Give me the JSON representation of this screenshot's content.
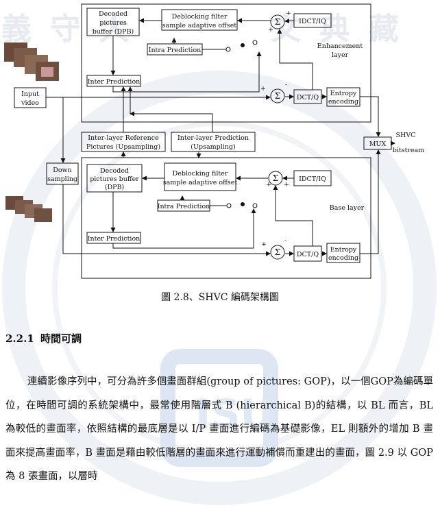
{
  "watermark": {
    "top_left": "義 守 大",
    "top_right": "文 典 藏",
    "description_glyph": "seal-watermark"
  },
  "diagram": {
    "enhancement": {
      "dpb": [
        "Decoded",
        "pictures",
        "buffer (DPB)"
      ],
      "deblock": [
        "Deblocking filter",
        "sample adaptive offset"
      ],
      "sum_symbol": "Σ",
      "idct": "IDCT/IQ",
      "intra": "Intra Prediction",
      "inter": "Inter Prediction",
      "dct": "DCT/Q",
      "entropy": [
        "Entropy",
        "encoding"
      ],
      "layer_label": [
        "Enhancement",
        "layer"
      ]
    },
    "base": {
      "dpb": [
        "Decoded",
        "pictures buffer",
        "(DPB)"
      ],
      "deblock": [
        "Deblocking filter",
        "sample adaptive offset"
      ],
      "sum_symbol": "Σ",
      "idct": "IDCT/IQ",
      "intra": "Intra Prediction",
      "inter": "Inter Prediction",
      "dct": "DCT/Q",
      "entropy": [
        "Entropy",
        "encoding"
      ],
      "layer_label": "Base layer"
    },
    "input_video": [
      "Input",
      "video"
    ],
    "down_sampling": [
      "Down",
      "sampling"
    ],
    "inter_layer_ref": [
      "Inter-layer Reference",
      "Pictures (Upsampling)"
    ],
    "inter_layer_pred": [
      "Inter-layer Prediction",
      "(Upsampling)"
    ],
    "mux": "MUX",
    "output": [
      "SHVC",
      "bitstream"
    ],
    "plus": "+",
    "minus": "-"
  },
  "caption": "圖 2.8、SHVC 編碼架構圖",
  "section": {
    "number": "2.2.1",
    "title": "時間可調"
  },
  "paragraph": "連續影像序列中，可分為許多個畫面群組(group of pictures: GOP)，以一個GOP為編碼單位，在時間可調的系統架構中，最常使用階層式 B (hierarchical B)的結構，以 BL 而言，BL 為較低的畫面率，依照結構的最底層是以 I/P 畫面進行編碼為基礎影像，EL 則額外的增加 B 畫面來提高畫面率，B 畫面是藉由較低階層的畫面來進行運動補償而重建出的畫面，圖 2.9 以 GOP 為 8 張畫面，以層時"
}
